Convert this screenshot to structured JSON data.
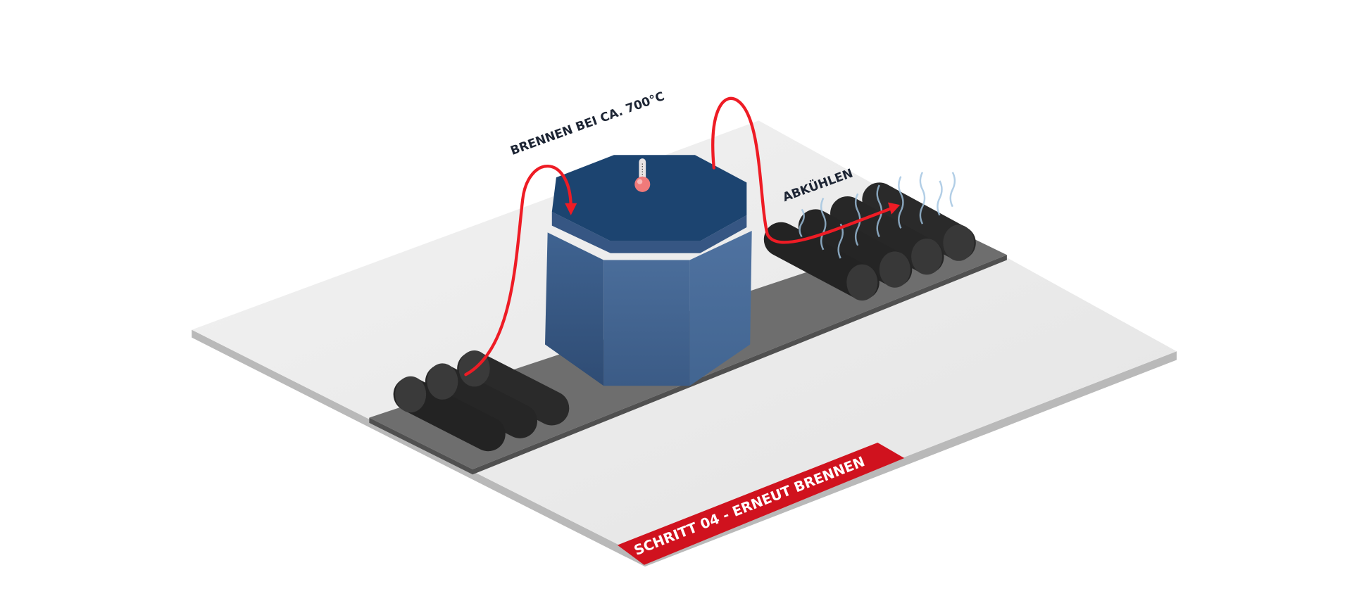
{
  "labels": {
    "firing": "BRENNEN BEI CA. 700°C",
    "cooling": "ABKÜHLEN",
    "step": "SCHRITT 04 - ERNEUT BRENNEN"
  },
  "colors": {
    "accent_red": "#d0121e",
    "arrow_red": "#ee1c25",
    "kiln_blue": "#3d5f8c",
    "roller_dark": "#2b2b2b",
    "plate": "#ebebeb"
  },
  "icons": [
    "thermometer-icon",
    "steam-icon",
    "arrow-icon"
  ]
}
